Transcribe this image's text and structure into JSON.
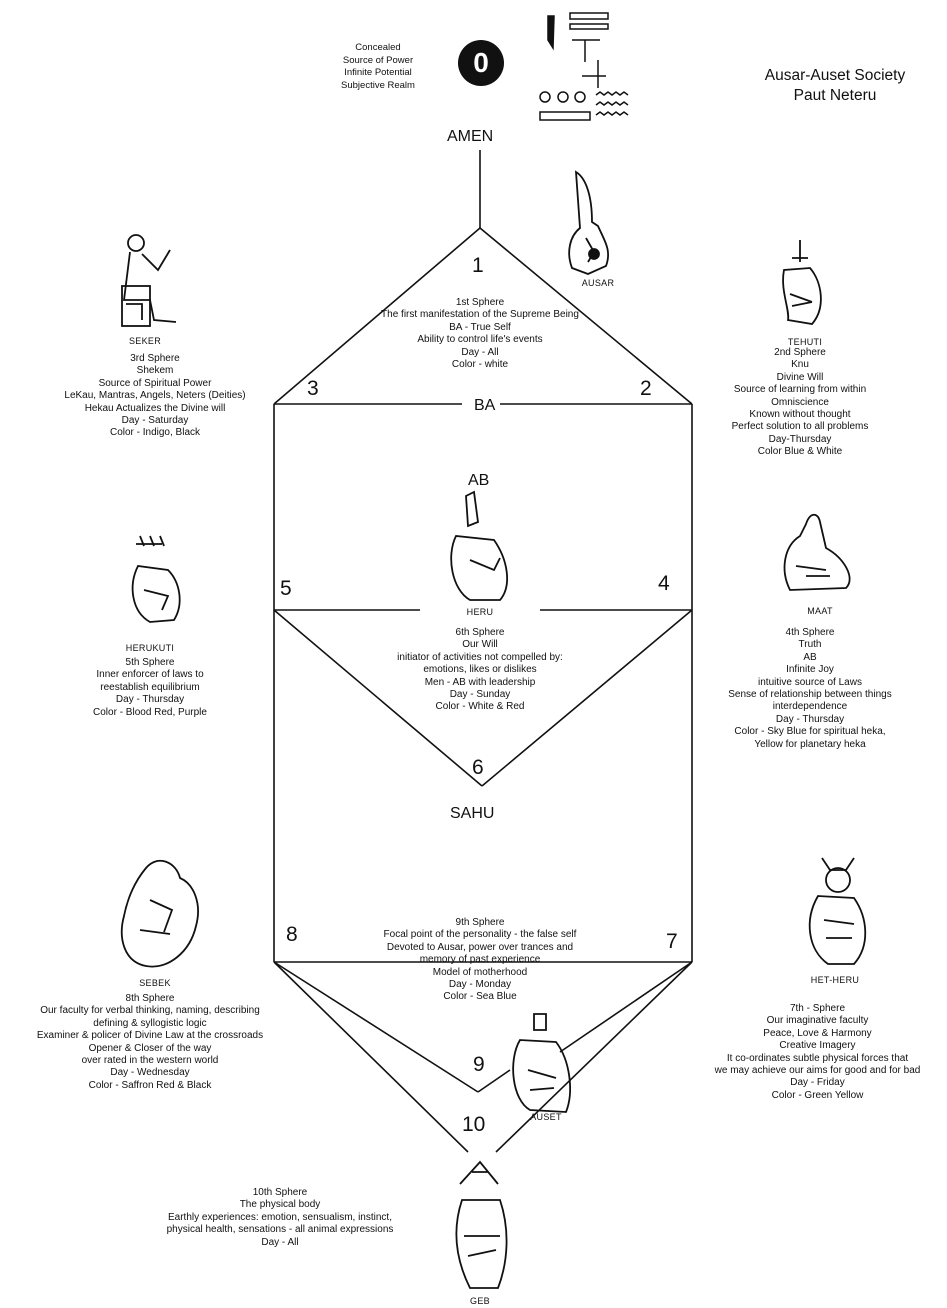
{
  "org": {
    "line1": "Ausar-Auset Society",
    "line2": "Paut Neteru"
  },
  "top": {
    "zero": "0",
    "amen": "AMEN",
    "concealed": [
      "Concealed",
      "Source of Power",
      "Infinite Potential",
      "Subjective Realm"
    ]
  },
  "labels": {
    "ba": "BA",
    "ab": "AB",
    "sahu": "SAHU"
  },
  "nodes": [
    {
      "number": "1",
      "name": "AUSAR",
      "lines": [
        "1st Sphere",
        "The first manifestation of the Supreme Being",
        "BA - True Self",
        "Ability to control life's events",
        "Day - All",
        "Color - white"
      ]
    },
    {
      "number": "2",
      "name": "TEHUTI",
      "lines": [
        "2nd Sphere",
        "Knu",
        "Divine Will",
        "Source of learning from within",
        "Omniscience",
        "Known without thought",
        "Perfect solution to all problems",
        "Day-Thursday",
        "Color Blue & White"
      ]
    },
    {
      "number": "3",
      "name": "SEKER",
      "lines": [
        "3rd Sphere",
        "Shekem",
        "Source of Spiritual Power",
        "LeKau, Mantras, Angels, Neters (Deities)",
        "Hekau Actualizes the Divine will",
        "Day - Saturday",
        "Color - Indigo, Black"
      ]
    },
    {
      "number": "4",
      "name": "MAAT",
      "lines": [
        "4th Sphere",
        "Truth",
        "AB",
        "Infinite Joy",
        "intuitive source of Laws",
        "Sense of relationship between things",
        "interdependence",
        "Day - Thursday",
        "Color - Sky Blue for spiritual heka,",
        "Yellow for planetary heka"
      ]
    },
    {
      "number": "5",
      "name": "HERUKUTI",
      "lines": [
        "5th Sphere",
        "Inner enforcer of laws to",
        "reestablish equilibrium",
        "Day - Thursday",
        "Color - Blood Red, Purple"
      ]
    },
    {
      "number": "6",
      "name": "HERU",
      "lines": [
        "6th Sphere",
        "Our Will",
        "initiator of activities not compelled by:",
        "emotions, likes or dislikes",
        "Men - AB with leadership",
        "Day - Sunday",
        "Color - White & Red"
      ]
    },
    {
      "number": "7",
      "name": "HET-HERU",
      "lines": [
        "7th - Sphere",
        "Our imaginative faculty",
        "Peace, Love & Harmony",
        "Creative Imagery",
        "It co-ordinates subtle physical forces that",
        "we may achieve our aims for good and for bad",
        "Day - Friday",
        "Color - Green Yellow"
      ]
    },
    {
      "number": "8",
      "name": "SEBEK",
      "lines": [
        "8th Sphere",
        "Our faculty for verbal thinking, naming, describing",
        "defining & syllogistic logic",
        "Examiner & policer of Divine Law at the crossroads",
        "Opener & Closer of the way",
        "over rated in the western world",
        "Day - Wednesday",
        "Color - Saffron Red & Black"
      ]
    },
    {
      "number": "9",
      "name": "AUSET",
      "lines": [
        "9th Sphere",
        "Focal point of the personality - the false self",
        "Devoted to Ausar, power over trances and",
        "memory of past experience",
        "Model of motherhood",
        "Day - Monday",
        "Color - Sea Blue"
      ]
    },
    {
      "number": "10",
      "name": "GEB",
      "lines": [
        "10th Sphere",
        "The physical body",
        "Earthly experiences: emotion, sensualism, instinct,",
        "physical health, sensations - all animal expressions",
        "Day - All"
      ]
    }
  ]
}
